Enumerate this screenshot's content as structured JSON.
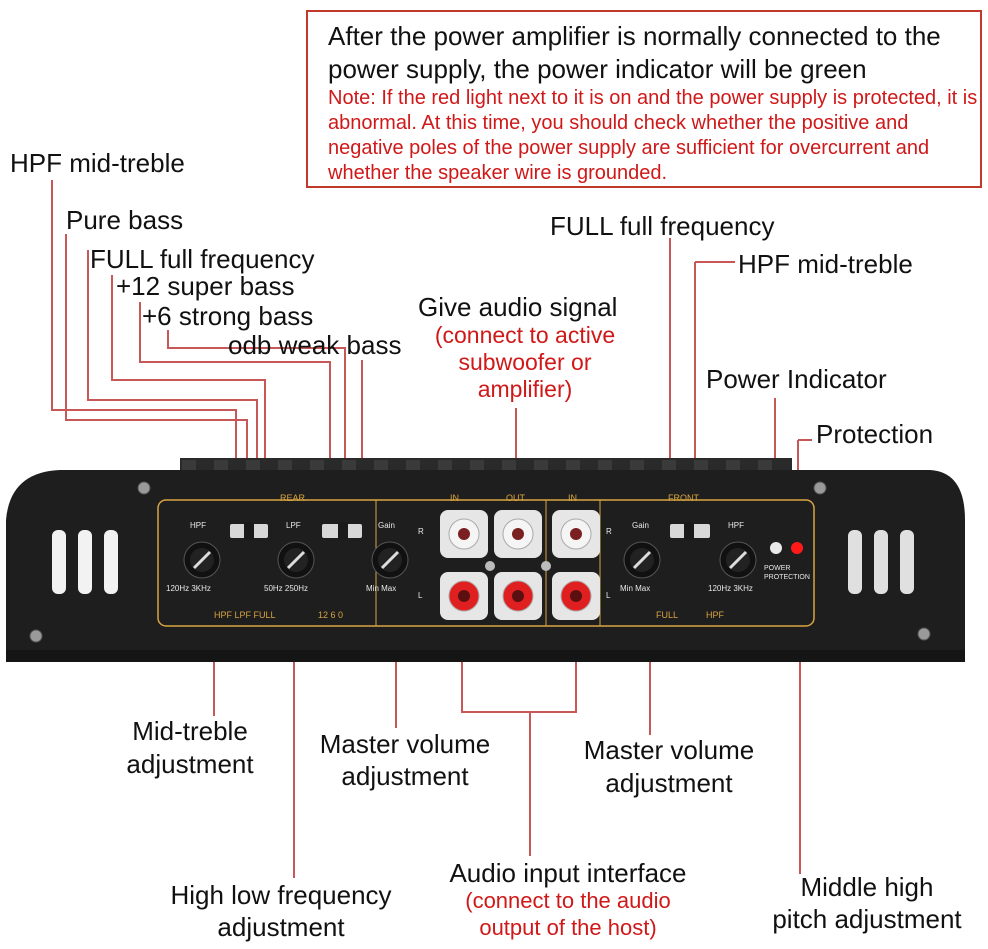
{
  "note": {
    "main": "After the power amplifier is normally connected to the power supply, the power indicator will be green",
    "warning": "Note: If the red light next to it is on and the power supply is protected, it is abnormal. At this time, you should check whether the positive and negative poles of the power supply are sufficient for overcurrent and whether the speaker wire is grounded."
  },
  "top_left_labels": {
    "hpf": "HPF mid-treble",
    "pure_bass": "Pure bass",
    "full": "FULL full frequency",
    "plus12": "+12 super bass",
    "plus6": "+6 strong bass",
    "odb": "odb weak bass"
  },
  "audio_signal": {
    "title": "Give audio signal",
    "note_line1": "(connect to active",
    "note_line2": "subwoofer or",
    "note_line3": "amplifier)"
  },
  "top_right_labels": {
    "full": "FULL full frequency",
    "hpf": "HPF mid-treble",
    "power_indicator": "Power Indicator",
    "protection": "Protection"
  },
  "bottom_labels": {
    "mid_treble_1": "Mid-treble",
    "mid_treble_2": "adjustment",
    "master_left_1": "Master volume",
    "master_left_2": "adjustment",
    "master_right_1": "Master volume",
    "master_right_2": "adjustment",
    "high_low_1": "High low frequency",
    "high_low_2": "adjustment",
    "audio_input_title": "Audio input interface",
    "audio_input_note1": "(connect to the audio",
    "audio_input_note2": "output of the host)",
    "middle_high_1": "Middle high",
    "middle_high_2": "pitch adjustment"
  },
  "panel": {
    "rear": "REAR",
    "front": "FRONT",
    "in_left": "IN",
    "out": "OUT",
    "in_right": "IN",
    "hpf_left": "HPF",
    "lpf": "LPF",
    "gain_left": "Gain",
    "gain_right": "Gain",
    "hpf_right": "HPF",
    "hpf_range_left": "120Hz  3KHz",
    "lpf_range": "50Hz  250Hz",
    "gain_range_left": "Min  Max",
    "gain_range_right": "Min  Max",
    "hpf_range_right": "120Hz  3KHz",
    "r_left": "R",
    "l_left": "L",
    "r_right": "R",
    "l_right": "L",
    "switch_left": "HPF  LPF  FULL",
    "bass_boost": "12   6   0",
    "full_right": "FULL",
    "hpf_sw_right": "HPF",
    "power": "POWER",
    "protection": "PROTECTION"
  },
  "colors": {
    "label": "#111111",
    "note_red": "#d01818",
    "box_border": "#c0392b",
    "leader_line": "#d06060",
    "amp_body": "#1e1e1e",
    "panel_trim": "#d9a441",
    "rca_red": "#e02020",
    "power_led": "#e8e8e8",
    "protect_led": "#ff1a1a"
  }
}
